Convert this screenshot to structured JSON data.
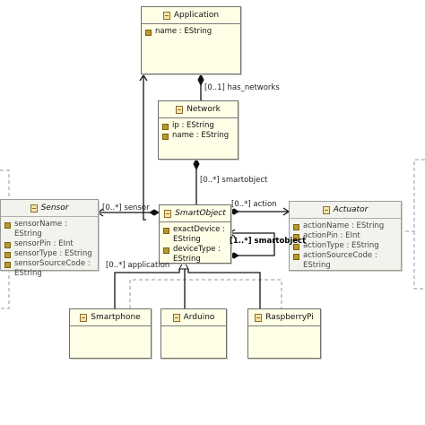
{
  "classes": {
    "application": {
      "name": "Application",
      "attributes": [
        "name : EString"
      ]
    },
    "network": {
      "name": "Network",
      "attributes": [
        "ip : EString",
        "name : EString"
      ]
    },
    "sensor": {
      "name": "Sensor",
      "attributes": [
        "sensorName : EString",
        "sensorPin : EInt",
        "sensorType : EString",
        "sensorSourceCode : EString"
      ]
    },
    "smartobject": {
      "name": "SmartObject",
      "attributes": [
        "exactDevice : EString",
        "deviceType : EString"
      ]
    },
    "actuator": {
      "name": "Actuator",
      "attributes": [
        "actionName : EString",
        "actionPin : EInt",
        "actionType : EString",
        "actionSourceCode : EString"
      ]
    },
    "smartphone": {
      "name": "Smartphone"
    },
    "arduino": {
      "name": "Arduino"
    },
    "raspberrypi": {
      "name": "RaspberryPi"
    }
  },
  "references": {
    "has_networks": "[0..1] has_networks",
    "smartobject": "[0..*] smartobject",
    "sensor": "[0..*] sensor",
    "action": "[0..*] action",
    "smartobject_self": "[1..*] smartobject",
    "application": "[0..*] application"
  },
  "colors": {
    "class_fill": "#fffee6",
    "border": "#6f6f6f",
    "line": "#111111",
    "dashed": "#9a9a9a"
  },
  "icons": {
    "class": "eclass-icon",
    "attribute": "eattribute-icon"
  }
}
